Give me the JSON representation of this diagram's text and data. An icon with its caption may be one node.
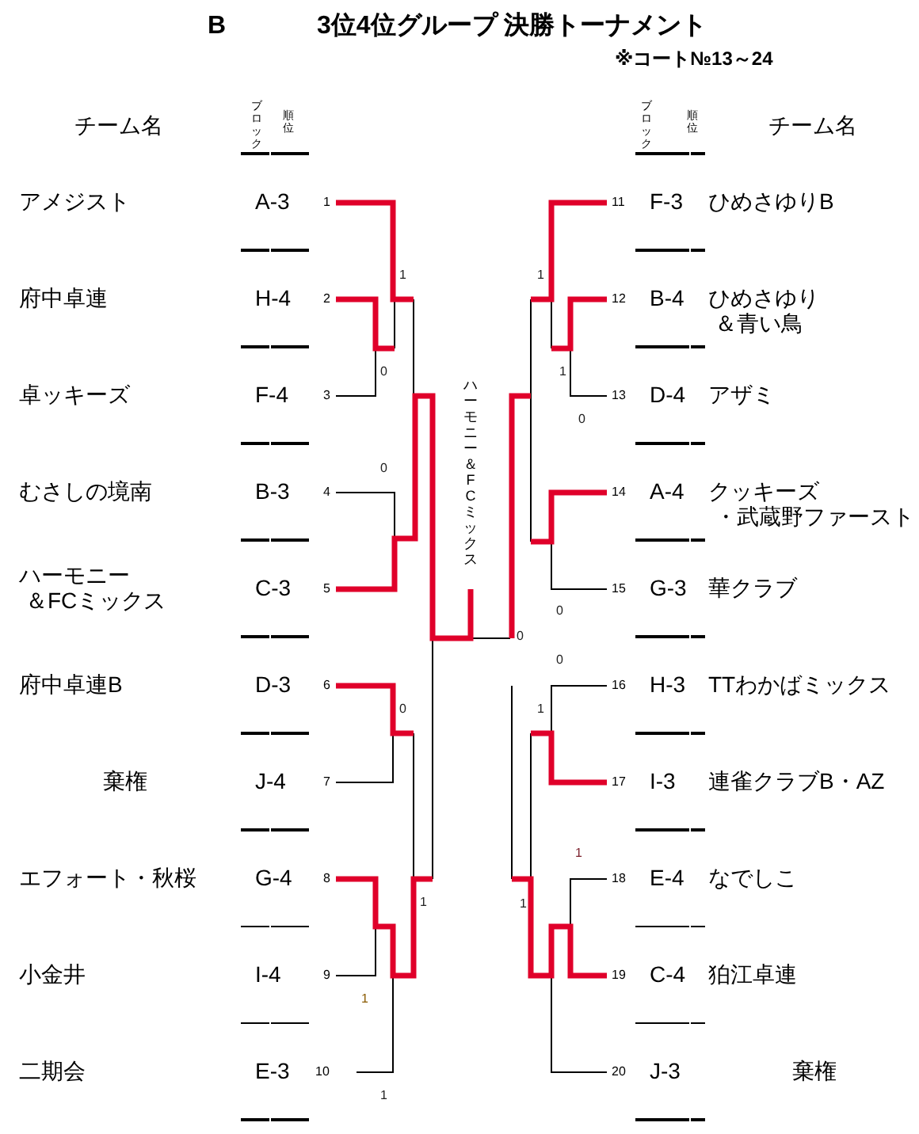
{
  "diagram": {
    "title": "3位4位グループ 決勝トーナメント",
    "labels": [
      "B",
      "※コート№13～24",
      "チーム名",
      "ブロック",
      "順位",
      "ブロック",
      "順位",
      "チーム名",
      "アメジスト",
      "A-3",
      "1",
      "11",
      "F-3",
      "ひめさゆりB",
      "府中卓連",
      "H-4",
      "2",
      "12",
      "B-4",
      "ひめさゆり＆青い鳥",
      "卓ッキーズ",
      "F-4",
      "3",
      "13",
      "D-4",
      "アザミ",
      "むさしの境南",
      "B-3",
      "4",
      "14",
      "A-4",
      "クッキーズ・武蔵野ファースト",
      "ハーモニー＆FCミックス",
      "C-3",
      "5",
      "15",
      "G-3",
      "華クラブ",
      "府中卓連B",
      "D-3",
      "6",
      "16",
      "H-3",
      "TTわかばミックス",
      "棄権",
      "J-4",
      "7",
      "17",
      "I-3",
      "連雀クラブB・AZ",
      "エフォート・秋桜",
      "G-4",
      "8",
      "18",
      "E-4",
      "なでしこ",
      "小金井",
      "I-4",
      "9",
      "19",
      "C-4",
      "狛江卓連",
      "二期会",
      "E-3",
      "10",
      "20",
      "J-3",
      "棄権",
      "1",
      "1",
      "0",
      "1",
      "ハーモニー＆FCミックス",
      "0",
      "0",
      "0",
      "0",
      "0",
      "0",
      "1",
      "1",
      "1",
      "1",
      "1",
      "1"
    ]
  }
}
